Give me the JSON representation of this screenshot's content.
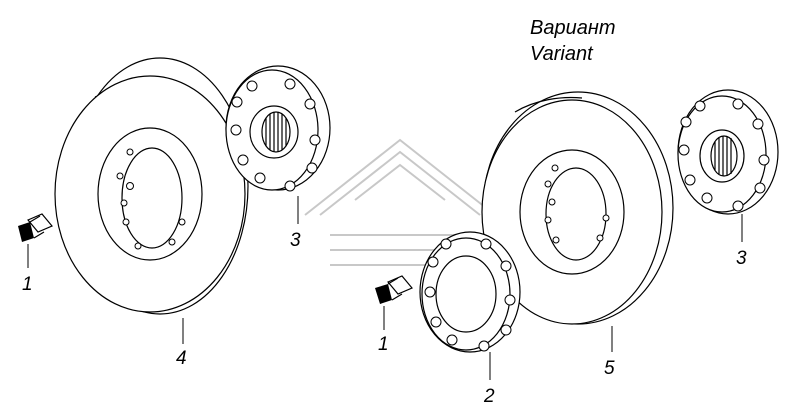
{
  "variant": {
    "label_ru": "Вариант",
    "label_en": "Variant"
  },
  "callouts": {
    "bolt_left": "1",
    "flange_left": "3",
    "damper_left": "4",
    "bolt_right": "1",
    "washer_plate": "2",
    "damper_right": "5",
    "flange_right": "3"
  },
  "colors": {
    "line": "#000000",
    "background": "#ffffff",
    "watermark": "#c8c8c8"
  }
}
